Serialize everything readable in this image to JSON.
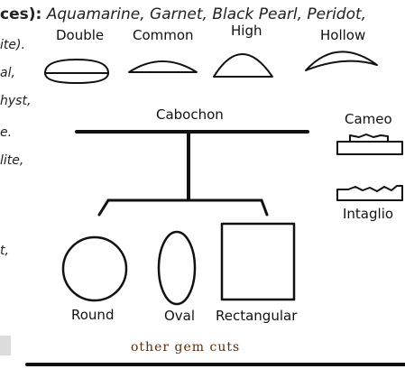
{
  "header": {
    "key": "ces):",
    "values": "Aquamarine, Garnet, Black Pearl, Peridot,"
  },
  "left_fragments": [
    "ite).",
    "al,",
    "hyst,",
    "e.",
    "lite,",
    "t,"
  ],
  "cabochon_types": {
    "double": "Double",
    "common": "Common",
    "high": "High",
    "hollow": "Hollow"
  },
  "cabochon_title": "Cabochon",
  "cameo": "Cameo",
  "intaglio": "Intaglio",
  "shapes": {
    "round": "Round",
    "oval": "Oval",
    "rectangular": "Rectangular"
  },
  "caption": "other gem cuts",
  "colors": {
    "ink": "#111111",
    "caption": "#5a2d0c",
    "shadow": "#dcdcdc"
  }
}
